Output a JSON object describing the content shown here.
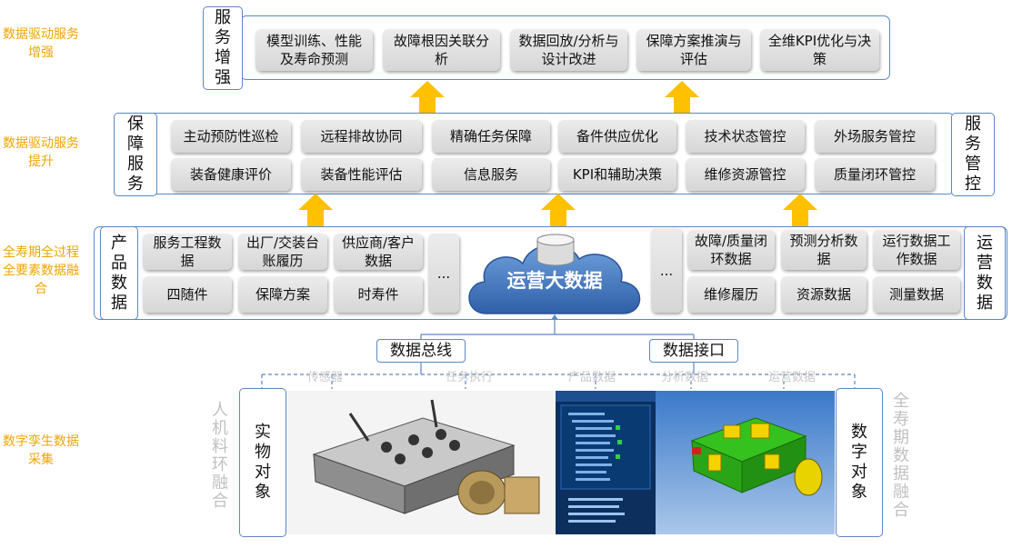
{
  "left_labels": [
    "数据驱动服务增强",
    "数据驱动服务提升",
    "全寿期全过程全要素数据融合",
    "数字孪生数据采集"
  ],
  "service_enhance": {
    "title": "服务增强",
    "items": [
      "模型训练、性能及寿命预测",
      "故障根因关联分析",
      "数据回放/分析与设计改进",
      "保障方案推演与评估",
      "全维KPI优化与决策"
    ]
  },
  "service_support": {
    "title_left": "保障服务",
    "title_right": "服务管控",
    "row1": [
      "主动预防性巡检",
      "远程排故协同",
      "精确任务保障",
      "备件供应优化",
      "技术状态管控",
      "外场服务管控"
    ],
    "row2": [
      "装备健康评价",
      "装备性能评估",
      "信息服务",
      "KPI和辅助决策",
      "维修资源管控",
      "质量闭环管控"
    ]
  },
  "data_layer": {
    "title_left": "产品数据",
    "title_right": "运营数据",
    "left_row1": [
      "服务工程数据",
      "出厂/交装台账履历",
      "供应商/客户数据"
    ],
    "left_row2": [
      "四随件",
      "保障方案",
      "时寿件"
    ],
    "ellipsis": "...",
    "cloud": "运营大数据",
    "right_row1": [
      "故障/质量闭环数据",
      "预测分析数据",
      "运行数据工作数据"
    ],
    "right_row2": [
      "维修履历",
      "资源数据",
      "测量数据"
    ]
  },
  "bus": {
    "bus_label": "数据总线",
    "interface_label": "数据接口"
  },
  "faint_labels": [
    "传感器",
    "任务执行",
    "产品数据",
    "分析数据",
    "运营数据"
  ],
  "bottom": {
    "left_vertical": "人机料环融合",
    "right_vertical": "全寿期数据融合",
    "physical_label": "实物对象",
    "digital_label": "数字对象"
  },
  "colors": {
    "accent": "#ffc000",
    "border": "#5b87c7",
    "label": "#f0a500"
  }
}
